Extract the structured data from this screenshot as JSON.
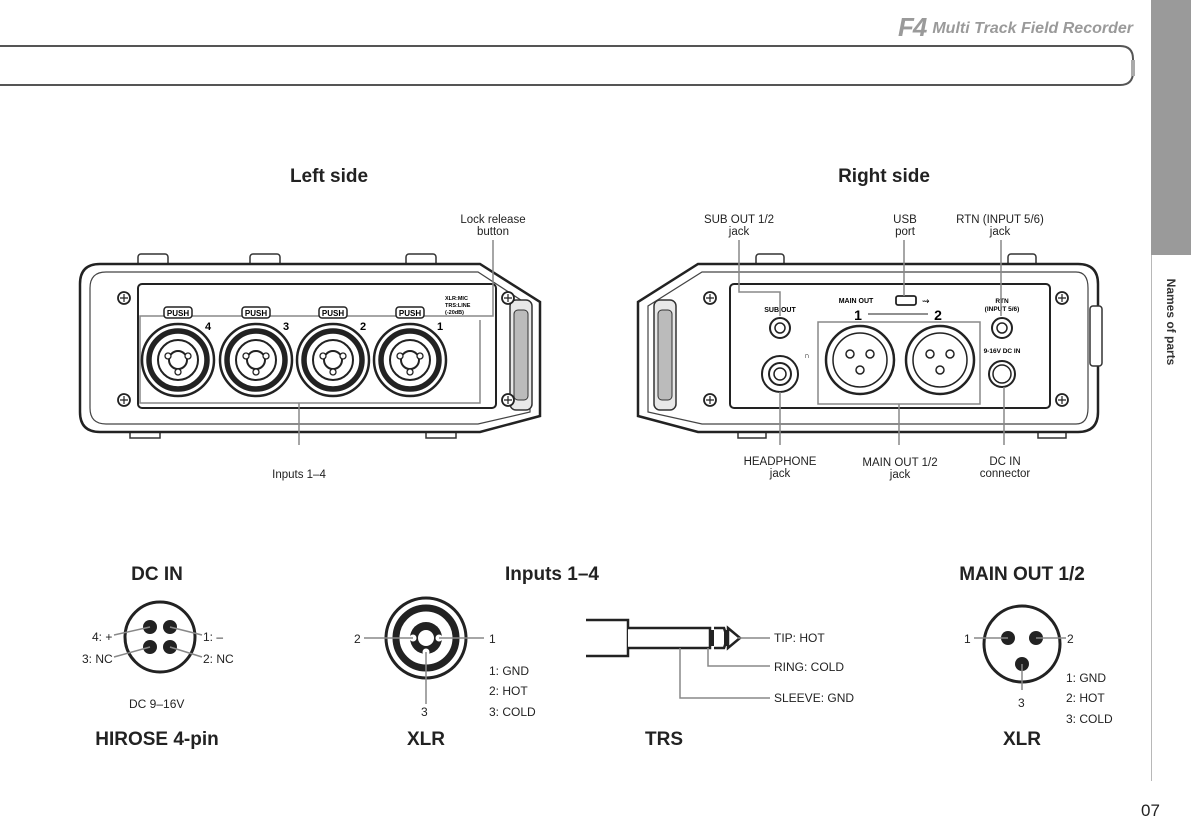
{
  "header": {
    "logo": "F4",
    "title": "Multi Track Field Recorder"
  },
  "side_tab": {
    "label": "Names of parts"
  },
  "page_number": "07",
  "left_side": {
    "title": "Left side",
    "callouts": {
      "lock_release": [
        "Lock release",
        "button"
      ],
      "inputs": "Inputs 1–4"
    },
    "panel": {
      "push_labels": [
        "PUSH",
        "PUSH",
        "PUSH",
        "PUSH"
      ],
      "channel_numbers": [
        "4",
        "3",
        "2",
        "1"
      ],
      "input_type": [
        "XLR:MIC",
        "TRS:LINE",
        "(-20dB)"
      ]
    }
  },
  "right_side": {
    "title": "Right side",
    "callouts": {
      "sub_out": [
        "SUB OUT 1/2",
        "jack"
      ],
      "usb": [
        "USB",
        "port"
      ],
      "rtn": [
        "RTN (INPUT 5/6)",
        "jack"
      ],
      "headphone": [
        "HEADPHONE",
        "jack"
      ],
      "main_out": [
        "MAIN OUT 1/2",
        "jack"
      ],
      "dc_in": [
        "DC IN",
        "connector"
      ]
    },
    "panel": {
      "sub_out": "SUB OUT",
      "main_out": "MAIN OUT",
      "main_nums": [
        "1",
        "2"
      ],
      "rtn": [
        "RTN",
        "(INPUT 5/6)"
      ],
      "dc_in": "9-16V DC IN"
    }
  },
  "dc_in_diagram": {
    "title": "DC IN",
    "pins": {
      "p4": "4: +",
      "p1": "1: –",
      "p3": "3: NC",
      "p2": "2: NC"
    },
    "voltage": "DC 9–16V",
    "caption": "HIROSE 4-pin"
  },
  "inputs_diagram": {
    "title": "Inputs 1–4",
    "xlr": {
      "pin_left": "2",
      "pin_right": "1",
      "pin_bottom": "3",
      "legend": [
        "1: GND",
        "2: HOT",
        "3: COLD"
      ],
      "caption": "XLR"
    },
    "trs": {
      "tip": "TIP: HOT",
      "ring": "RING: COLD",
      "sleeve": "SLEEVE: GND",
      "caption": "TRS"
    }
  },
  "main_out_diagram": {
    "title": "MAIN OUT 1/2",
    "pin_left": "1",
    "pin_right": "2",
    "pin_bottom": "3",
    "legend": [
      "1: GND",
      "2: HOT",
      "3: COLD"
    ],
    "caption": "XLR"
  }
}
